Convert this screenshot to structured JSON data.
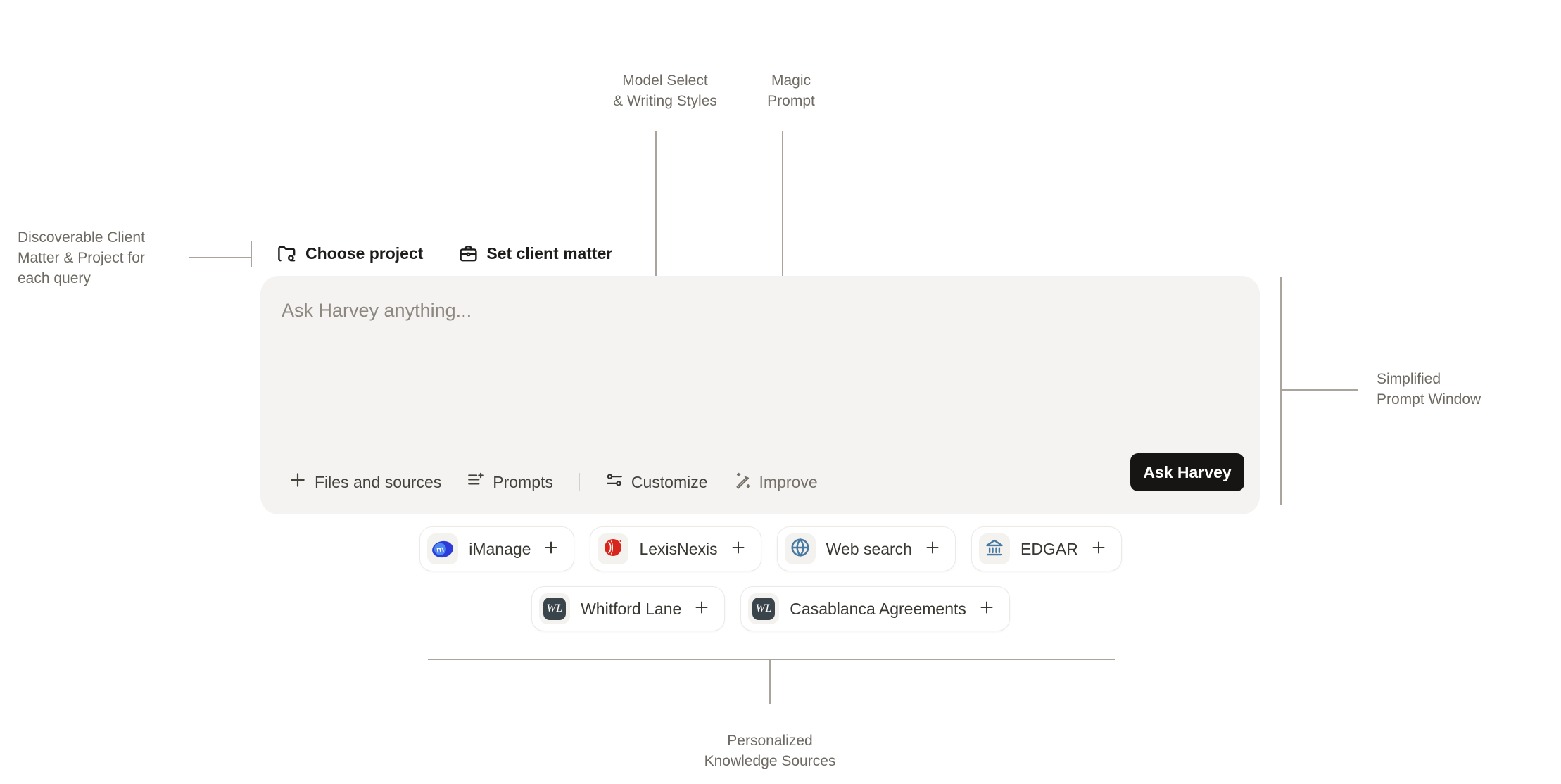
{
  "annotations": {
    "model_select": {
      "line1": "Model Select",
      "line2": "& Writing Styles"
    },
    "magic_prompt": {
      "line1": "Magic",
      "line2": "Prompt"
    },
    "client_matter": {
      "line1": "Discoverable Client",
      "line2": "Matter & Project for",
      "line3": "each query"
    },
    "simplified_prompt": {
      "line1": "Simplified",
      "line2": "Prompt Window"
    },
    "knowledge_sources": {
      "line1": "Personalized",
      "line2": "Knowledge Sources"
    }
  },
  "project_bar": {
    "choose_project_label": "Choose project",
    "set_client_matter_label": "Set client matter"
  },
  "prompt_window": {
    "placeholder": "Ask Harvey anything...",
    "toolbar": {
      "files_label": "Files and sources",
      "prompts_label": "Prompts",
      "customize_label": "Customize",
      "improve_label": "Improve"
    },
    "ask_button_label": "Ask Harvey"
  },
  "sources": {
    "row1": [
      {
        "label": "iManage",
        "monogram": "m"
      },
      {
        "label": "LexisNexis"
      },
      {
        "label": "Web search"
      },
      {
        "label": "EDGAR"
      }
    ],
    "row2": [
      {
        "label": "Whitford Lane",
        "monogram": "WL"
      },
      {
        "label": "Casablanca Agreements",
        "monogram": "WL"
      }
    ]
  },
  "colors": {
    "accent_black": "#161513",
    "prompt_box_bg": "#f4f3f1",
    "annotation_text": "#6e6a63",
    "callout_line": "#a9a59d",
    "imanage_blue": "#2b3cd8",
    "lexisnexis_red": "#d7271d",
    "source_icon_blue": "#4779a3",
    "wl_monogram_bg": "#3a444b"
  }
}
